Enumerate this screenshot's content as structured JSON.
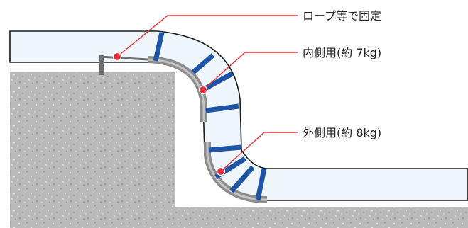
{
  "callouts": [
    {
      "id": "rope",
      "label": "ロープ等で固定"
    },
    {
      "id": "inner",
      "label": "内側用(約 7kg)"
    },
    {
      "id": "outer",
      "label": "外側用(約 8kg)"
    }
  ],
  "colors": {
    "hose_fill": "#eef5fb",
    "hose_outline": "#1a1a1a",
    "band": "#1f55a6",
    "protector": "#8c8c8c",
    "protector_light": "#c4c4c4",
    "concrete": "#b9b9b9",
    "callout_line": "#e4303a",
    "marker": "#e4303a"
  }
}
